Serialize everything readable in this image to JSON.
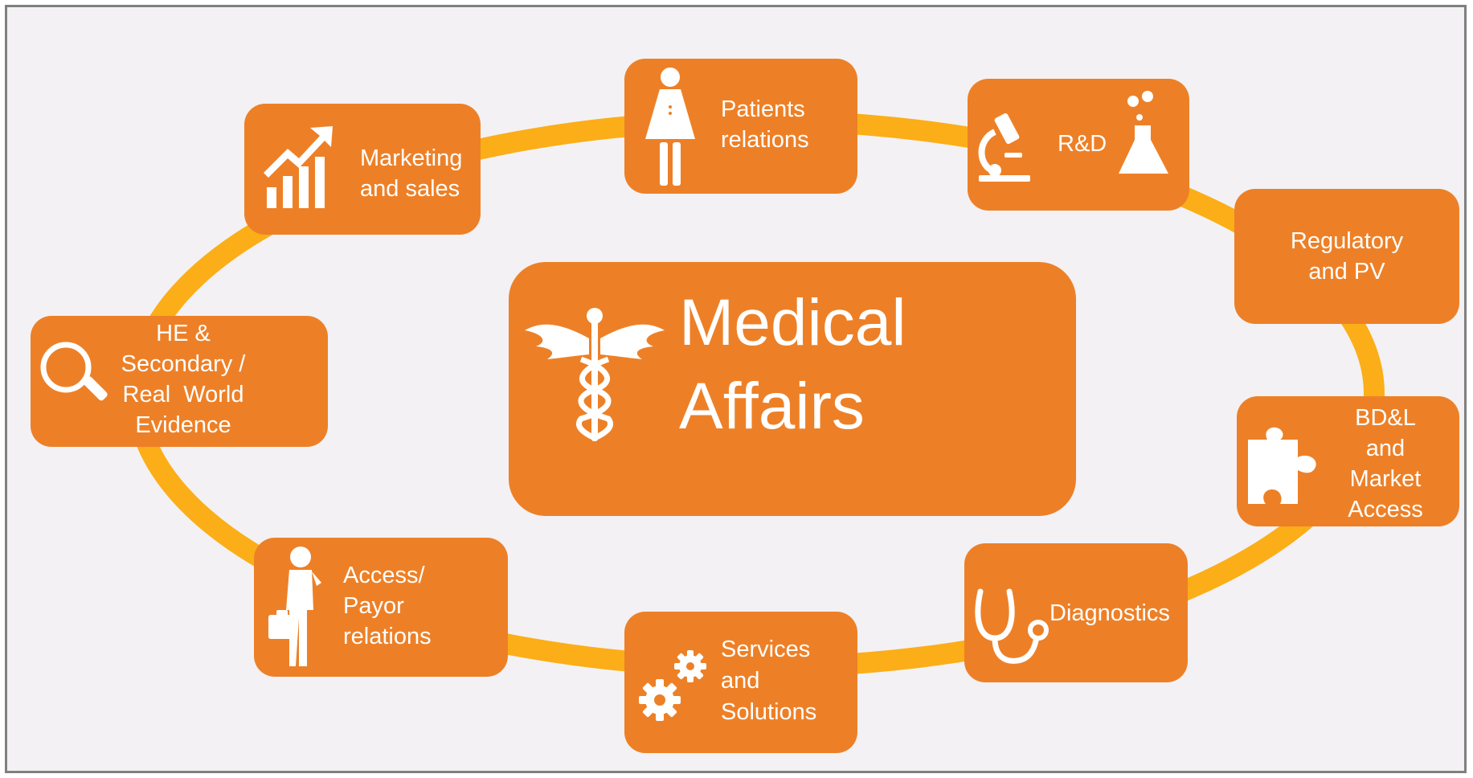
{
  "colors": {
    "background": "#f3f1f4",
    "box": "#ed8027",
    "ring": "#fbae17",
    "text": "#ffffff",
    "frame": "#808080"
  },
  "center": {
    "label": "Medical\nAffairs",
    "icon": "caduceus-icon"
  },
  "nodes": [
    {
      "id": "patients-relations",
      "label": "Patients\nrelations",
      "icon": "patient-icon"
    },
    {
      "id": "rnd",
      "label": "R&D",
      "icon": "microscope-icon",
      "icon2": "flask-icon"
    },
    {
      "id": "regulatory-pv",
      "label": "Regulatory\nand PV"
    },
    {
      "id": "bdl-market-access",
      "label": "BD&L\nand\nMarket\nAccess",
      "icon": "puzzle-icon"
    },
    {
      "id": "diagnostics",
      "label": "Diagnostics",
      "icon": "stethoscope-icon"
    },
    {
      "id": "services-solutions",
      "label": "Services\nand\nSolutions",
      "icon": "gears-icon"
    },
    {
      "id": "access-payor",
      "label": "Access/\nPayor\nrelations",
      "icon": "businessman-icon"
    },
    {
      "id": "he-rwe",
      "label": "HE &\nSecondary /\nReal  World\nEvidence",
      "icon": "magnifier-icon"
    },
    {
      "id": "marketing-sales",
      "label": "Marketing\nand sales",
      "icon": "growth-chart-icon"
    }
  ]
}
